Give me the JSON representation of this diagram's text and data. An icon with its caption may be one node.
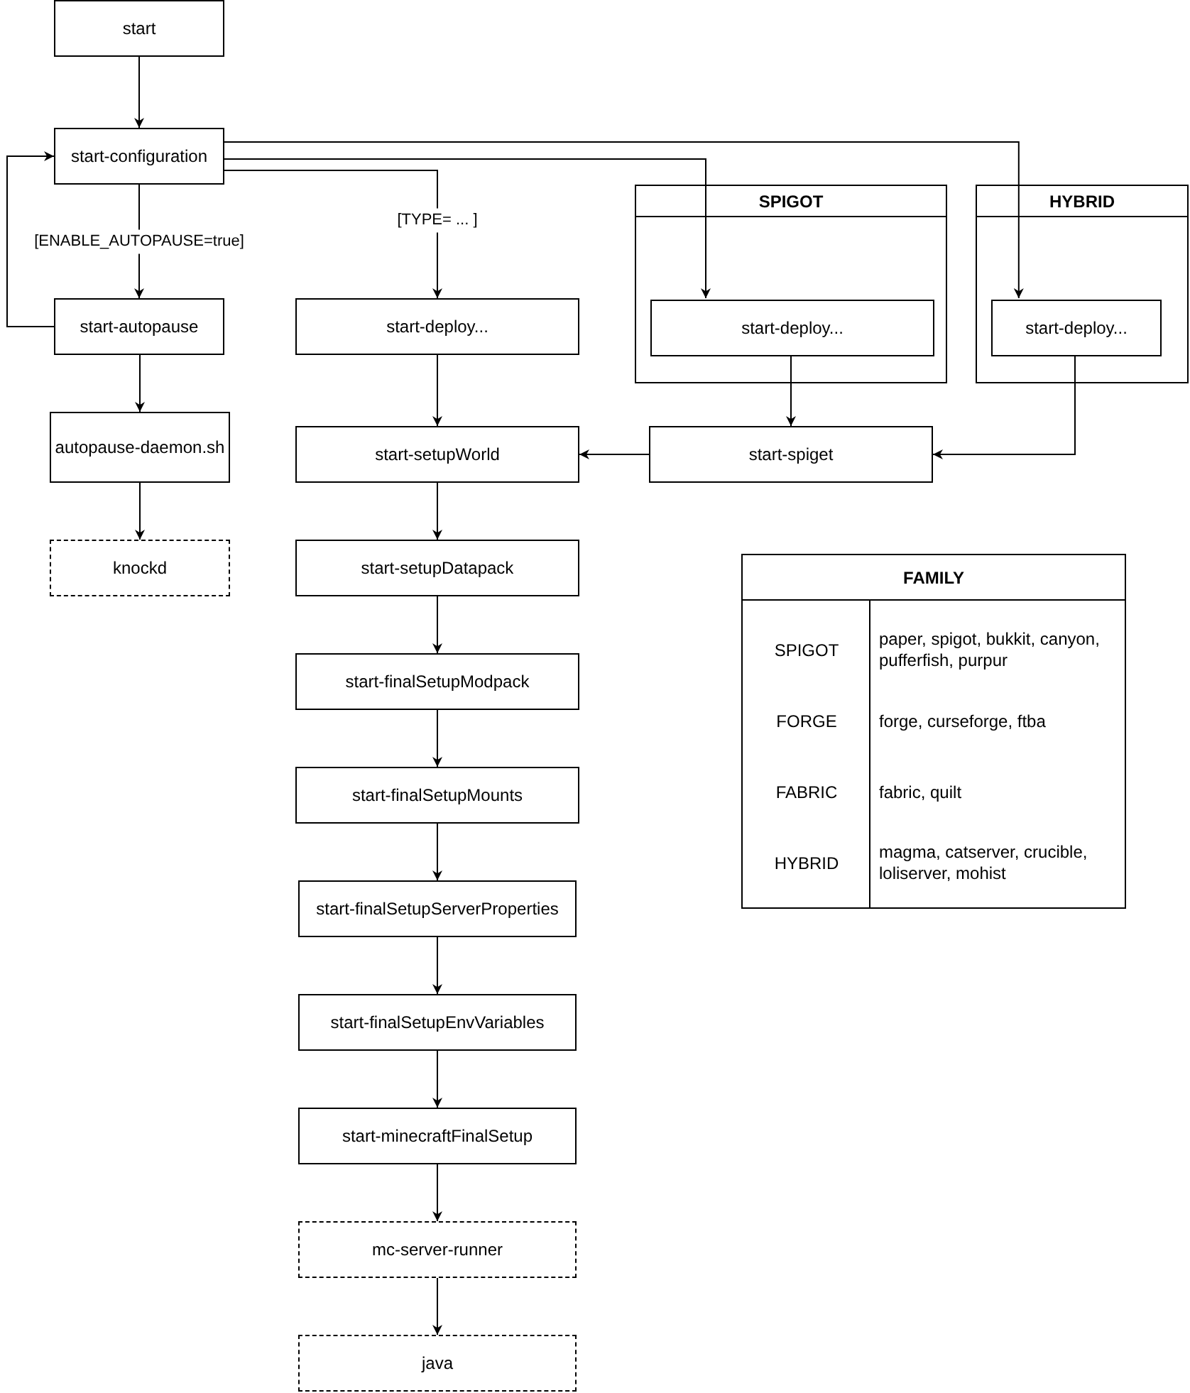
{
  "diagram": {
    "nodes": [
      {
        "text": [
          "start"
        ]
      },
      {
        "text": [
          "start-configuration"
        ]
      },
      {
        "text": [
          "start-autopause"
        ]
      },
      {
        "text": [
          "autopause-daemon.sh"
        ]
      },
      {
        "text": [
          "knockd"
        ]
      },
      {
        "text": [
          "start-deploy..."
        ]
      },
      {
        "text": [
          "SPIGOT"
        ]
      },
      {
        "text": [
          "start-deploy..."
        ],
        "in": 6
      },
      {
        "text": [
          "HYBRID"
        ]
      },
      {
        "text": [
          "start-deploy..."
        ],
        "in": 8
      },
      {
        "text": [
          "start-spiget"
        ]
      },
      {
        "text": [
          "start-setupWorld"
        ]
      },
      {
        "text": [
          "start-setupDatapack"
        ]
      },
      {
        "text": [
          "start-finalSetupModpack"
        ]
      },
      {
        "text": [
          "start-finalSetupMounts"
        ]
      },
      {
        "text": [
          "start-finalSetupServerProperties"
        ]
      },
      {
        "text": [
          "start-finalSetupEnvVariables"
        ]
      },
      {
        "text": [
          "start-minecraftFinalSetup"
        ]
      },
      {
        "text": [
          "mc-server-runner"
        ]
      },
      {
        "text": [
          "java"
        ]
      }
    ],
    "edges": [
      {
        "from": 0,
        "to": 1,
        "arrow": "to"
      },
      {
        "from": 1,
        "to": 2,
        "arrow": "to",
        "label": "[ENABLE_AUTOPAUSE=true]"
      },
      {
        "from": 2,
        "to": 1,
        "arrow": "to"
      },
      {
        "from": 1,
        "to": 5,
        "arrow": "to",
        "label": "[TYPE= ... ]"
      },
      {
        "from": 1,
        "to": 7,
        "arrow": "to"
      },
      {
        "from": 1,
        "to": 9,
        "arrow": "to"
      },
      {
        "from": 2,
        "to": 3,
        "arrow": "to"
      },
      {
        "from": 3,
        "to": 4,
        "arrow": "to"
      },
      {
        "from": 5,
        "to": 11,
        "arrow": "to"
      },
      {
        "from": 7,
        "to": 10,
        "arrow": "to"
      },
      {
        "from": 9,
        "to": 10,
        "arrow": "to"
      },
      {
        "from": 10,
        "to": 11,
        "arrow": "to"
      },
      {
        "from": 11,
        "to": 12,
        "arrow": "to"
      },
      {
        "from": 12,
        "to": 13,
        "arrow": "to"
      },
      {
        "from": 13,
        "to": 14,
        "arrow": "to"
      },
      {
        "from": 14,
        "to": 15,
        "arrow": "to"
      },
      {
        "from": 15,
        "to": 16,
        "arrow": "to"
      },
      {
        "from": 16,
        "to": 17,
        "arrow": "to"
      },
      {
        "from": 17,
        "to": 18,
        "arrow": "to"
      },
      {
        "from": 18,
        "to": 19,
        "arrow": "to"
      }
    ],
    "labels": [
      "FAMILY",
      "SPIGOT",
      "paper, spigot, bukkit, canyon, pufferfish, purpur",
      "FORGE",
      "forge, curseforge, ftba",
      "FABRIC",
      "fabric, quilt",
      "HYBRID",
      "magma, catserver, crucible, loliserver, mohist"
    ]
  }
}
